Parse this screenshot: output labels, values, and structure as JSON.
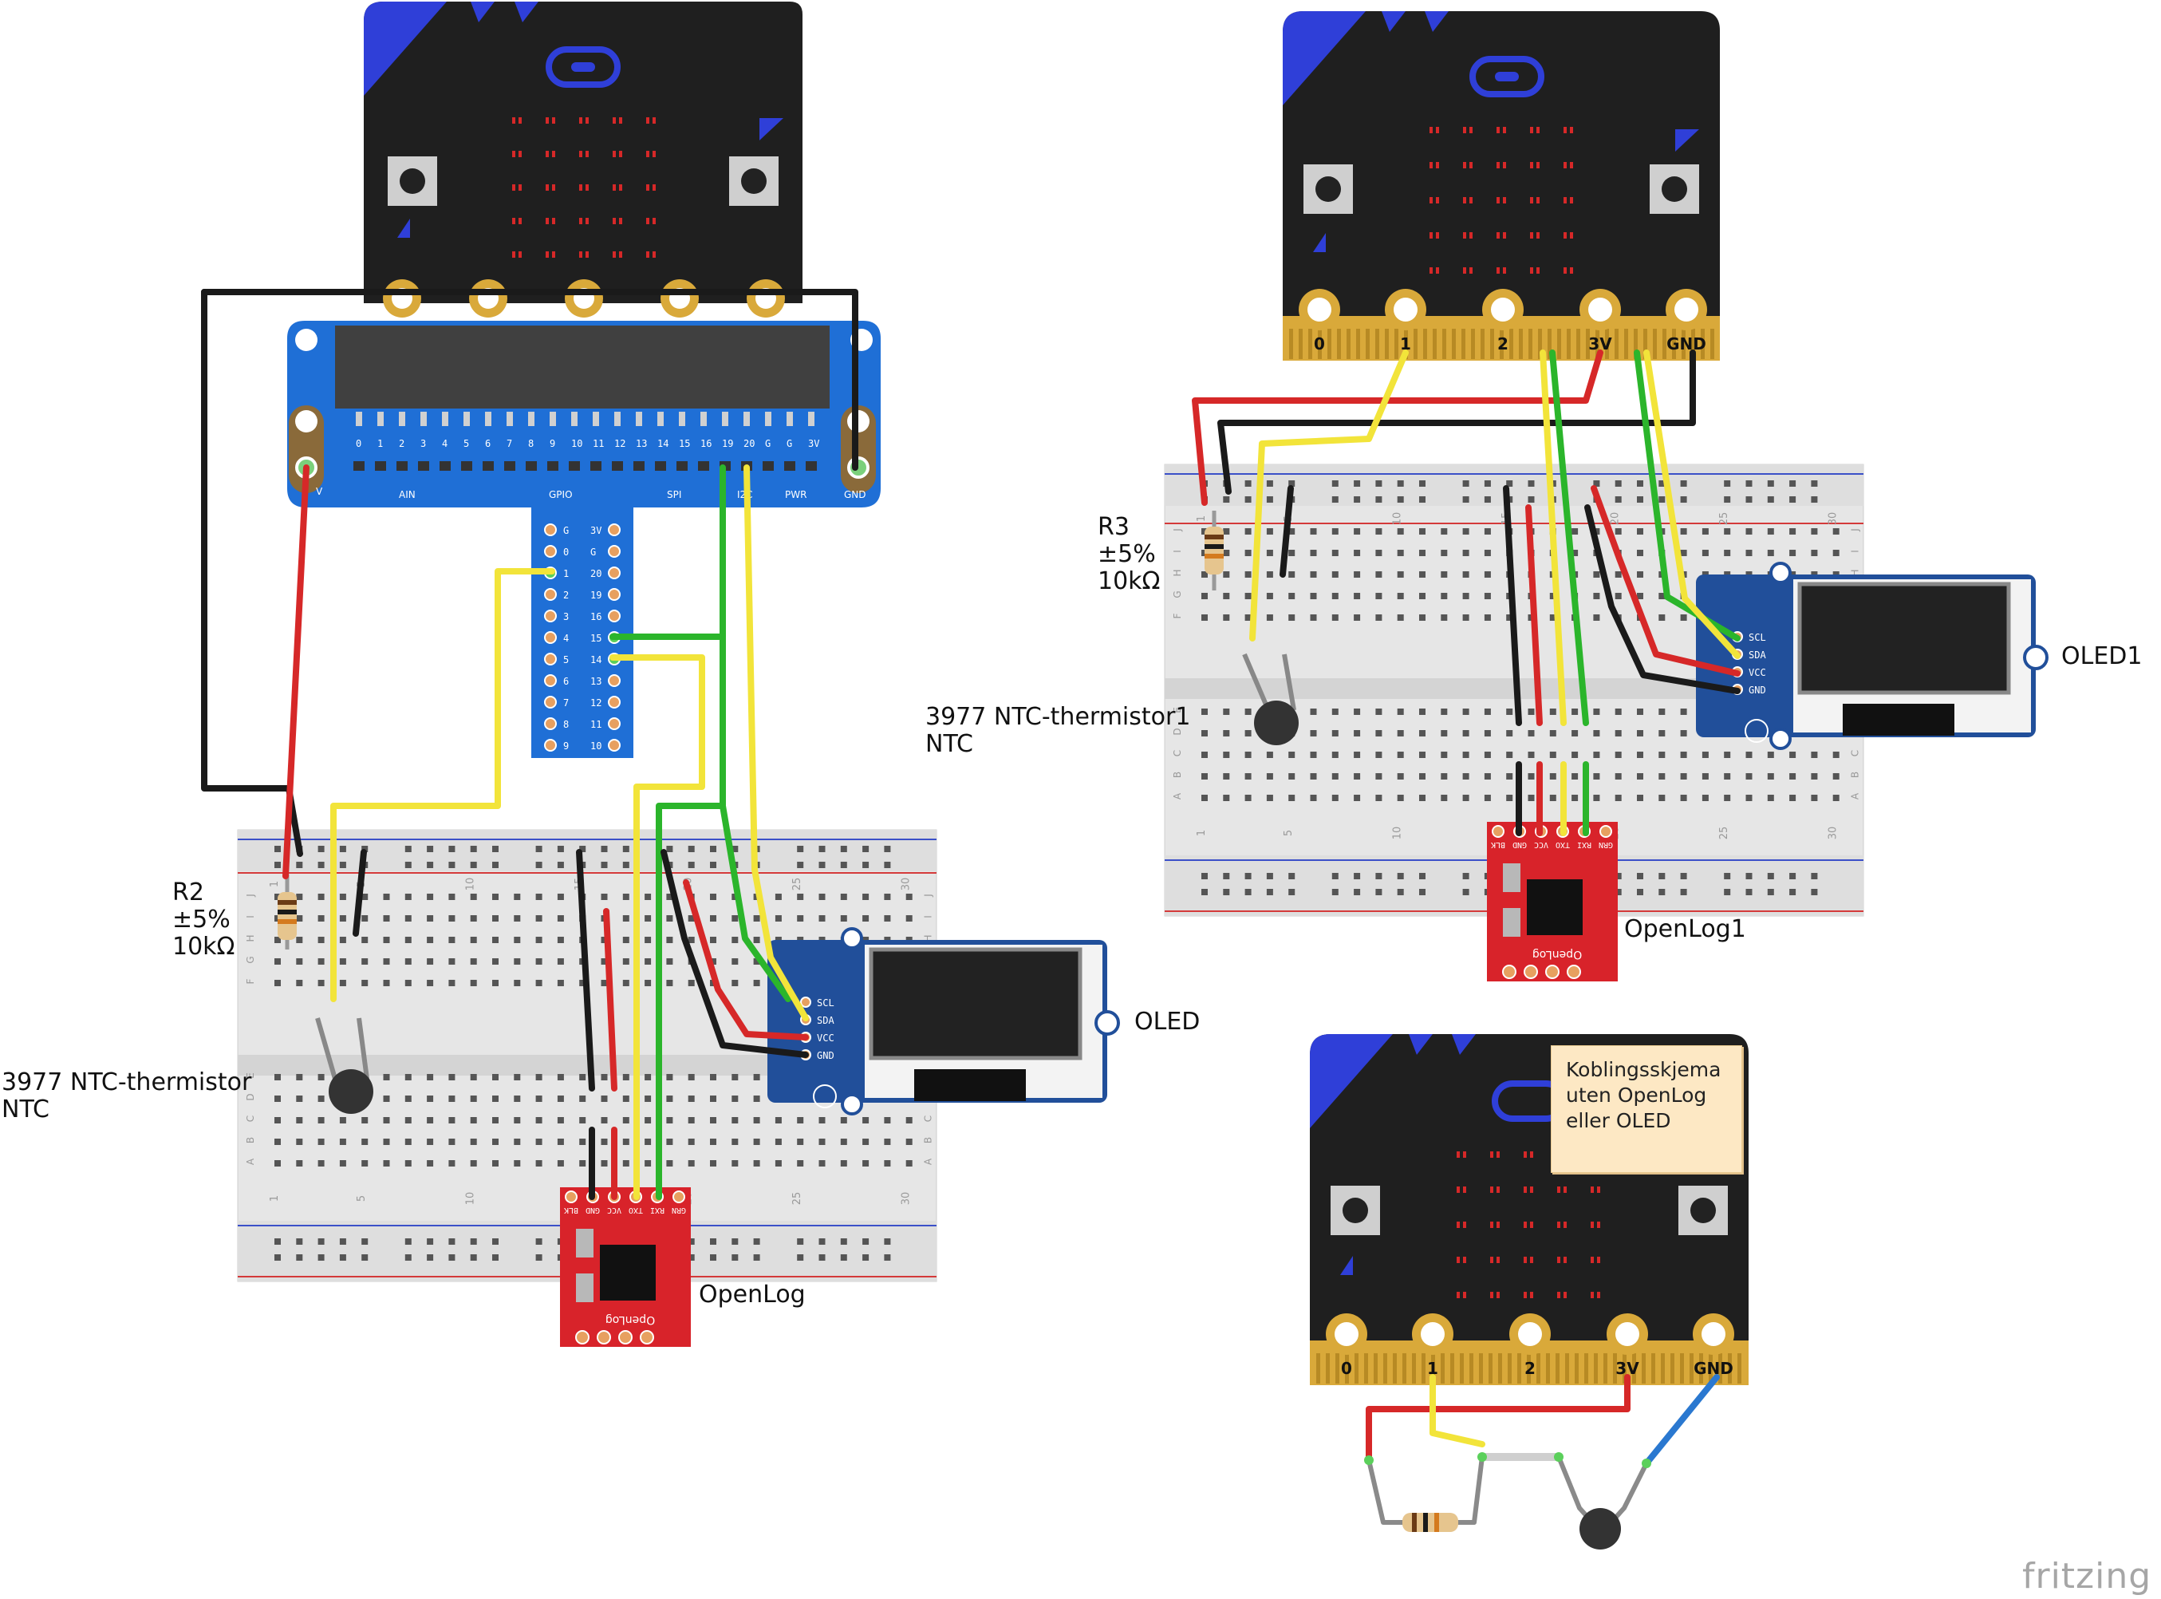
{
  "tool": "fritzing",
  "colors": {
    "red_wire": "#d62828",
    "black_wire": "#1a1a1a",
    "yellow_wire": "#f2e43a",
    "green_wire": "#2bb52b",
    "blue_wire": "#2a78d0",
    "grey_wire": "#8a8a8a",
    "microbit": "#1f1f1f",
    "microbit_accent": "#2f3fd8",
    "edge_gold": "#d9a93a",
    "breakout": "#1f6fd6",
    "breadboard": "#e6e6e6",
    "oled_blue": "#214f9a",
    "openlog_red": "#d8232a"
  },
  "circuits": [
    {
      "id": "with-breakout",
      "components": {
        "resistor": {
          "name": "R2",
          "tolerance": "±5%",
          "value": "10kΩ"
        },
        "thermistor": {
          "line1": "3977 NTC-thermistor",
          "line2": "NTC"
        },
        "oled": {
          "name": "OLED",
          "pins": [
            "SCL",
            "SDA",
            "VCC",
            "GND"
          ]
        },
        "openlog": {
          "name": "OpenLog",
          "pins": [
            "GRN",
            "RXI",
            "TXO",
            "VCC",
            "GND",
            "BLK"
          ],
          "brand": "OpenLog"
        }
      },
      "breakout": {
        "header_pins": [
          "0",
          "1",
          "2",
          "3",
          "4",
          "5",
          "6",
          "7",
          "8",
          "9",
          "10",
          "11",
          "12",
          "13",
          "14",
          "15",
          "16",
          "19",
          "20",
          "G",
          "G",
          "3V"
        ],
        "groups": [
          "AIN",
          "GPIO",
          "SPI",
          "I2C",
          "PWR"
        ],
        "left_pins": [
          "G",
          "0",
          "1",
          "2",
          "3",
          "4",
          "5",
          "6",
          "7",
          "8",
          "9"
        ],
        "right_pins": [
          "3V",
          "G",
          "20",
          "19",
          "16",
          "15",
          "14",
          "13",
          "12",
          "11",
          "10"
        ],
        "gnd_label": "GND",
        "v_label": "V"
      }
    },
    {
      "id": "direct",
      "components": {
        "resistor": {
          "name": "R3",
          "tolerance": "±5%",
          "value": "10kΩ"
        },
        "thermistor": {
          "line1": "3977 NTC-thermistor1",
          "line2": "NTC"
        },
        "oled": {
          "name": "OLED1",
          "pins": [
            "SCL",
            "SDA",
            "VCC",
            "GND"
          ]
        },
        "openlog": {
          "name": "OpenLog1",
          "pins": [
            "GRN",
            "RXI",
            "TXO",
            "VCC",
            "GND",
            "BLK"
          ],
          "brand": "OpenLog"
        }
      },
      "microbit_pads": [
        "0",
        "1",
        "2",
        "3V",
        "GND"
      ]
    },
    {
      "id": "minimal",
      "microbit_pads": [
        "0",
        "1",
        "2",
        "3V",
        "GND"
      ],
      "note": "Koblingsskjema\nuten OpenLog\neller OLED"
    }
  ],
  "watermark": "fritzing",
  "breadboard_numbers": [
    "1",
    "5",
    "10",
    "15",
    "20",
    "25",
    "30"
  ],
  "breadboard_rows": [
    "A",
    "B",
    "C",
    "D",
    "E",
    "F",
    "G",
    "H",
    "I",
    "J"
  ]
}
